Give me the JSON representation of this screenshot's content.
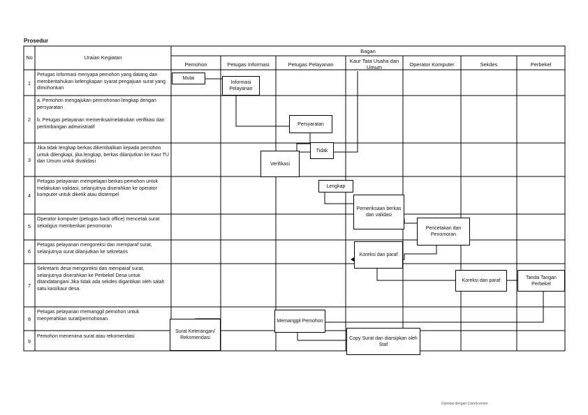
{
  "title": "Prosedur",
  "header": {
    "no": "No",
    "uraian": "Uraian Kegiatan",
    "bagan": "Bagan",
    "columns": [
      "Pemohon",
      "Petugas Informasi",
      "Petugas Pelayanan",
      "Kaur Tata Usaha dan Umum",
      "Operator Komputer",
      "Sekdes",
      "Perbekel"
    ]
  },
  "rows": [
    {
      "no": "1",
      "text": "Petugas Informasi menyapa pemohon yang datang dan memberitahukan kelengkapan syarat pengajuan surat yang dimohonkan"
    },
    {
      "no": "2",
      "text_a": "a.  Pemohon mengajukan permohonan lengkap dengan persyaratan",
      "text_b": "b.  Petugas pelayanan memeriksa/melakukan verifikasi dan pertimbangan administratif"
    },
    {
      "no": "3",
      "text": "Jika tidak lengkap berkas dikembalikan kepada pemohon untuk dilengkapi, jika lengkap, berkas dilanjutkan ke Kaur TU dan Umum untuk divalidasi"
    },
    {
      "no": "4",
      "text": "Petugas pelayanan mempelajari berkas pemohon untuk melakukan validasi, selanjutnya diserahkan ke operator komputer untuk diketik atau distempel"
    },
    {
      "no": "5",
      "text": "Operator komputer (petugas back office) mencetak surat sekaligus memberikan penomoran"
    },
    {
      "no": "6",
      "text": "Petugas pelayanan mengoreksi dan memparaf surat, selanjutnya surat dilanjutkan ke sekretaris"
    },
    {
      "no": "7",
      "text": "Sekretaris desa mengoreksi dan memparaf surat, selanjutnya diserahkan ke Perbekel Desa untuk ditandatangani Jika tidak ada sekdes digantikan oleh salah satu kasi/kaur desa."
    },
    {
      "no": "8",
      "text": "Petugas pelayanan memanggil pemohon untuk menyerahkan surat/permohonan"
    },
    {
      "no": "9",
      "text": "Pemohon menenima surat atau rekomendasi"
    }
  ],
  "boxes": {
    "mulai": "Mulai",
    "informasi": "Informasi Pelayanan",
    "persyaratan": "Persyaratan",
    "tidak": "Tidak",
    "verifikasi": "Verifikasi",
    "lengkap": "Lengkap",
    "pemeriksaan": "Pemeriksaan berkas dan validasi",
    "pencetakan": "Pencetakan dan Penomoran",
    "koreksi1": "Koreksi dan paraf",
    "koreksi2": "Koreksi dan paraf",
    "tanda": "Tanda Tangan Perbekel",
    "memanggil": "Memanggil Pemohon",
    "surat": "Surat Keterangan/ Rekomendasi",
    "copy": "Copy Surat dan diarsipkan oleh Staf"
  },
  "footer": "Dipindai dengan CamScanner"
}
